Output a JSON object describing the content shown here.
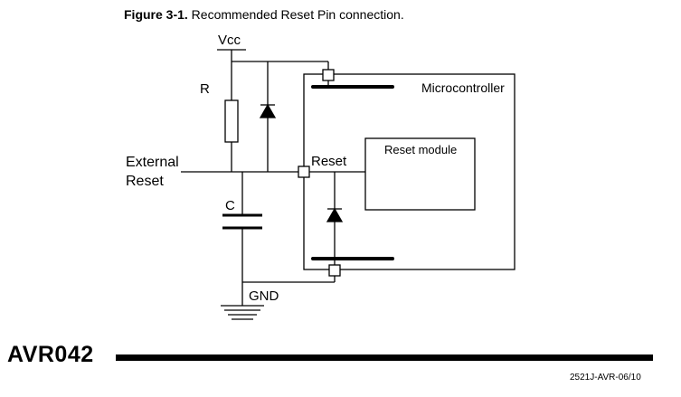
{
  "figure": {
    "number": "Figure 3-1.",
    "title": " Recommended Reset Pin connection."
  },
  "diagram": {
    "labels": {
      "vcc": "Vcc",
      "resistor": "R",
      "external_reset_line1": "External",
      "external_reset_line2": "Reset",
      "capacitor": "C",
      "gnd": "GND",
      "microcontroller": "Microcontroller",
      "reset_pin": "Reset",
      "reset_module": "Reset module"
    }
  },
  "footer": {
    "doc_title": "AVR042",
    "doc_code": "2521J-AVR-06/10"
  }
}
